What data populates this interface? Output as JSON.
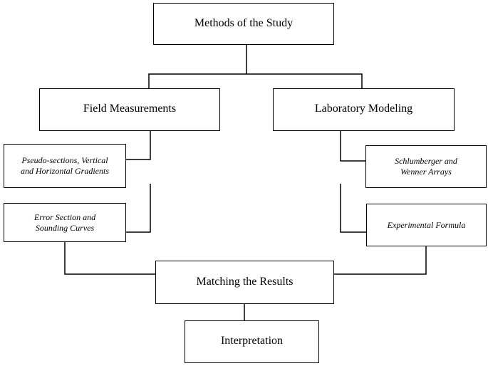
{
  "diagram": {
    "nodes": {
      "methods": "Methods of the Study",
      "field": "Field Measurements",
      "lab": "Laboratory Modeling",
      "pseudo": "Pseudo-sections, Vertical\nand Horizontal Gradients",
      "error": "Error Section and\nSounding Curves",
      "schlumberger": "Schlumberger and\nWenner Arrays",
      "experimental": "Experimental Formula",
      "matching": "Matching the Results",
      "interpretation": "Interpretation"
    },
    "edges": [
      {
        "from": "methods",
        "to": "field"
      },
      {
        "from": "methods",
        "to": "lab"
      },
      {
        "from": "field",
        "to": "pseudo"
      },
      {
        "from": "field",
        "to": "error"
      },
      {
        "from": "lab",
        "to": "schlumberger"
      },
      {
        "from": "lab",
        "to": "experimental"
      },
      {
        "from": "error",
        "to": "matching"
      },
      {
        "from": "experimental",
        "to": "matching"
      },
      {
        "from": "matching",
        "to": "interpretation"
      }
    ],
    "colors": {
      "line": "#000000",
      "box_border": "#000000",
      "background": "#ffffff"
    }
  }
}
